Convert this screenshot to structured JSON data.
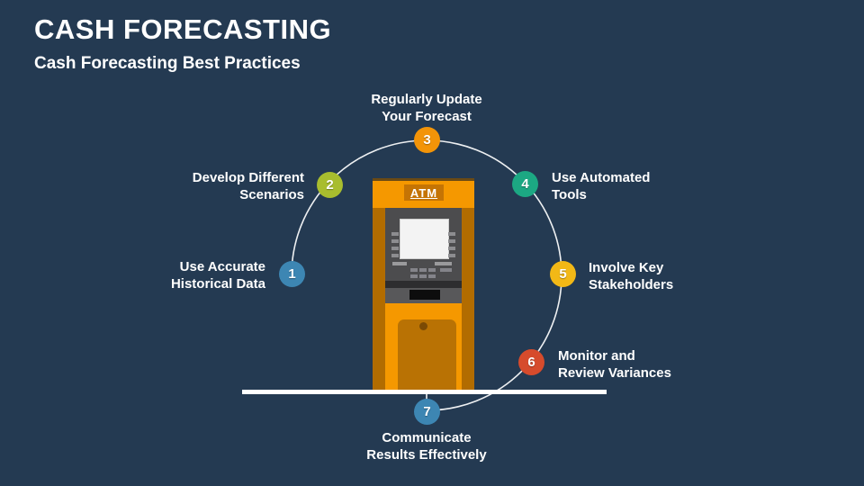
{
  "slide": {
    "title": "CASH FORECASTING",
    "subtitle": "Cash Forecasting Best Practices"
  },
  "atm": {
    "label": "ATM"
  },
  "steps": [
    {
      "number": "1",
      "label": "Use Accurate\nHistorical Data",
      "color": "#3d86b3"
    },
    {
      "number": "2",
      "label": "Develop Different\nScenarios",
      "color": "#a8bd2e"
    },
    {
      "number": "3",
      "label": "Regularly Update\nYour Forecast",
      "color": "#f39408"
    },
    {
      "number": "4",
      "label": "Use Automated\nTools",
      "color": "#1ca883"
    },
    {
      "number": "5",
      "label": "Involve Key\nStakeholders",
      "color": "#f2b816"
    },
    {
      "number": "6",
      "label": "Monitor and\nReview Variances",
      "color": "#d64b2c"
    },
    {
      "number": "7",
      "label": "Communicate\nResults Effectively",
      "color": "#3d86b3"
    }
  ],
  "colors": {
    "background": "#243a52",
    "arc": "#eef0f2",
    "baseline": "#ffffff",
    "atm_body": "#f59800",
    "atm_sides": "#b26c00",
    "atm_sign": "#c57404"
  }
}
